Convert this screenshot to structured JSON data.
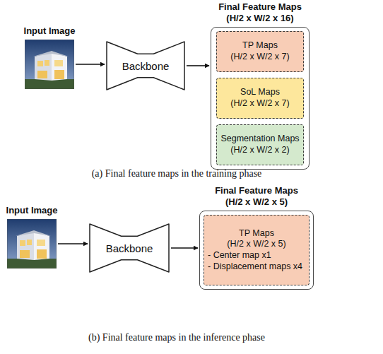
{
  "diagram": {
    "nodes": [
      {
        "text": [
          "Input Image"
        ]
      },
      {
        "text": [
          "Backbone"
        ]
      },
      {
        "text": [
          "Final Feature Maps",
          "(H/2 x W/2 x 16)"
        ]
      },
      {
        "text": [
          "TP Maps",
          "(H/2 x W/2 x 7)"
        ],
        "in": 2
      },
      {
        "text": [
          "SoL Maps",
          "(H/2 x W/2 x 7)"
        ],
        "in": 2
      },
      {
        "text": [
          "Segmentation Maps",
          "(H/2 x W/2 x 2)"
        ],
        "in": 2
      },
      {
        "text": [
          "Input Image"
        ]
      },
      {
        "text": [
          "Backbone"
        ]
      },
      {
        "text": [
          "Final Feature Maps",
          "(H/2 x W/2 x 5)"
        ]
      },
      {
        "text": [
          "TP Maps",
          "(H/2 x W/2 x 5)",
          "- Center map x1",
          "- Displacement maps x4"
        ],
        "in": 8
      }
    ],
    "edges": [
      {
        "from": 0,
        "to": 1,
        "arrow": "to"
      },
      {
        "from": 1,
        "to": 2,
        "arrow": "to"
      },
      {
        "from": 6,
        "to": 7,
        "arrow": "to"
      },
      {
        "from": 7,
        "to": 8,
        "arrow": "to"
      }
    ],
    "labels": [
      "(a) Final feature maps in the training phase",
      "(b) Final feature maps in the inference phase"
    ]
  }
}
